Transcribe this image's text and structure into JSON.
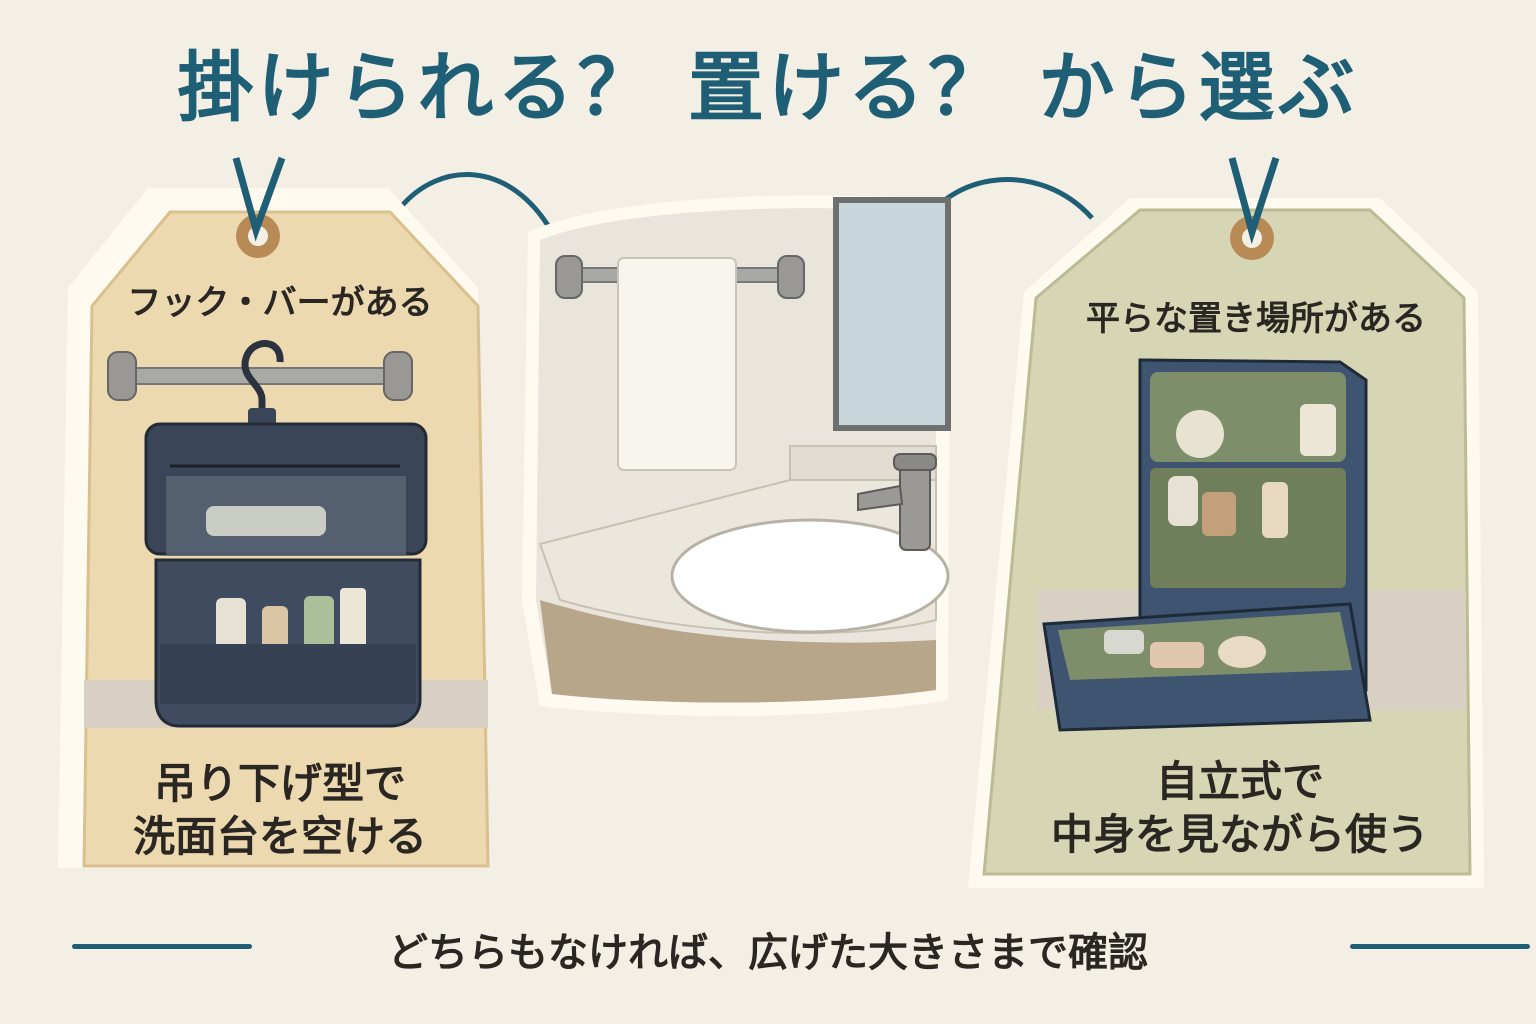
{
  "title": "掛けられる？ 置ける？ から選ぶ",
  "left_tag": {
    "heading": "フック・バーがある",
    "caption_line1": "吊り下げ型で",
    "caption_line2": "洗面台を空ける"
  },
  "right_tag": {
    "heading": "平らな置き場所がある",
    "caption_line1": "自立式で",
    "caption_line2": "中身を見ながら使う"
  },
  "footer": "どちらもなければ、広げた大きさまで確認",
  "colors": {
    "accent": "#1f5f76",
    "left_tag": "#ecd9b0",
    "right_tag": "#d6d5b4",
    "background": "#f4efe4"
  }
}
